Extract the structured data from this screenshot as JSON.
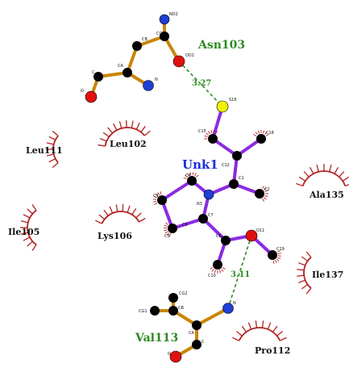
{
  "colors": {
    "ligand_bond": "#8a2be2",
    "residue_bond": "#c8860a",
    "carbon": "#000000",
    "nitrogen": "#1f3fd6",
    "oxygen": "#e01010",
    "sulfur": "#f2f200",
    "hbond": "#2e8b22",
    "hydrophobic": "#b22222",
    "residue_label": "#2e8b22",
    "ligand_label": "#1a2fd6"
  },
  "ligand": {
    "name": "Unk1",
    "atom_labels": {
      "s16": "S16",
      "c15": "C15",
      "c18": "C18",
      "c12": "C12",
      "c1": "C1",
      "c2": "C2",
      "c4": "C4",
      "c3": "C3",
      "n": "N3",
      "c7": "C7",
      "c5": "C5",
      "c6": "C6",
      "c8": "C8",
      "o11": "O11",
      "c10": "C10",
      "c19": "C19"
    }
  },
  "residues": {
    "asn103": {
      "name": "Asn103",
      "atom_labels": {
        "nd2": "ND2",
        "cg": "CG",
        "cb": "CB",
        "od1": "OD1",
        "ca": "CA",
        "c": "C",
        "n": "N",
        "o": "O"
      }
    },
    "val113": {
      "name": "Val113",
      "atom_labels": {
        "cg2": "CG2",
        "cg1": "CG1",
        "cb": "CB",
        "n": "N",
        "ca": "CA",
        "c": "C",
        "o": "O"
      }
    }
  },
  "hbonds": {
    "asn_s16": "3.27",
    "val_o11": "3.11"
  },
  "hydrophobic": {
    "leu111": "Leu111",
    "leu102": "Leu102",
    "ala135": "Ala135",
    "ile105": "Ile105",
    "lys106": "Lys106",
    "ile137": "Ile137",
    "pro112": "Pro112"
  }
}
